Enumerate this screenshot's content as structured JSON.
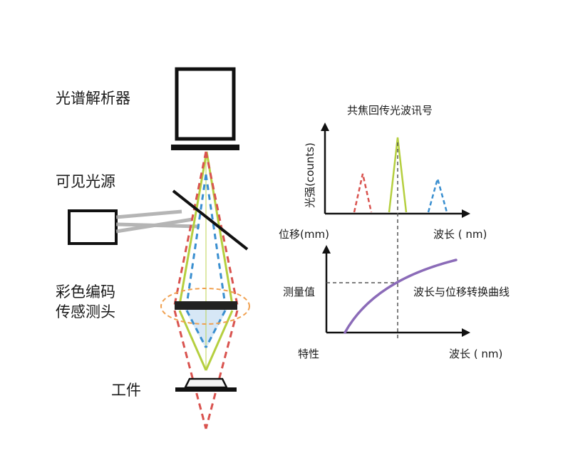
{
  "labels": {
    "spectrum_analyzer": "光谱解析器",
    "light_source": "可见光源",
    "sensor_head_line1": "彩色编码",
    "sensor_head_line2": "传感测头",
    "workpiece": "工件",
    "confocal_signal": "共焦回传光波讯号",
    "intensity_axis": "光强(counts)",
    "displacement_axis": "位移(mm)",
    "wavelength_axis_top": "波长 ( nm)",
    "measured_value": "测量值",
    "curve_label": "波长与位移转换曲线",
    "characteristic": "特性",
    "wavelength_axis_bottom": "波长 ( nm)"
  },
  "colors": {
    "red": "#d9534f",
    "blue": "#3a8fd0",
    "green": "#b5cf3f",
    "purple": "#8b6bb8",
    "orange": "#f0a050",
    "gray": "#a9a9a9",
    "black": "#111111"
  },
  "peaks": [
    {
      "color": "red",
      "style": "dashed"
    },
    {
      "color": "green",
      "style": "solid"
    },
    {
      "color": "blue",
      "style": "dashed"
    }
  ]
}
